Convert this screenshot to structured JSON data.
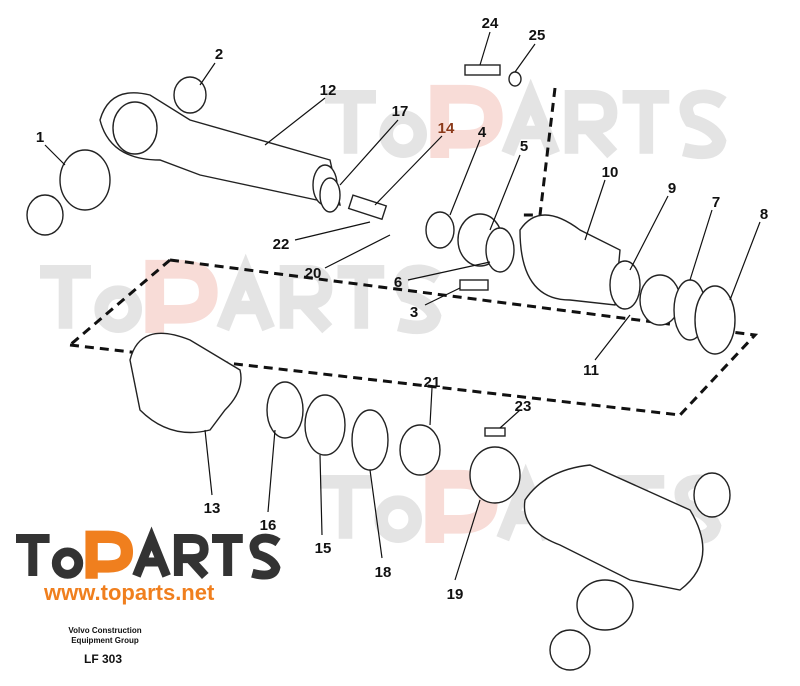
{
  "diagram": {
    "part_labels": [
      "1",
      "2",
      "3",
      "4",
      "5",
      "6",
      "7",
      "8",
      "9",
      "10",
      "11",
      "12",
      "13",
      "14",
      "15",
      "16",
      "17",
      "18",
      "19",
      "20",
      "21",
      "22",
      "23",
      "24",
      "25"
    ],
    "highlighted_label": "14",
    "highlight_color": "#8b3a1a"
  },
  "watermark": {
    "text": "ToPARTS",
    "brand_orange": "#f07f1e"
  },
  "footer": {
    "logo_text": "ToPARTS",
    "url": "www.toparts.net",
    "manufacturer_line1": "Volvo Construction",
    "manufacturer_line2": "Equipment Group",
    "drawing_code": "LF 303"
  }
}
